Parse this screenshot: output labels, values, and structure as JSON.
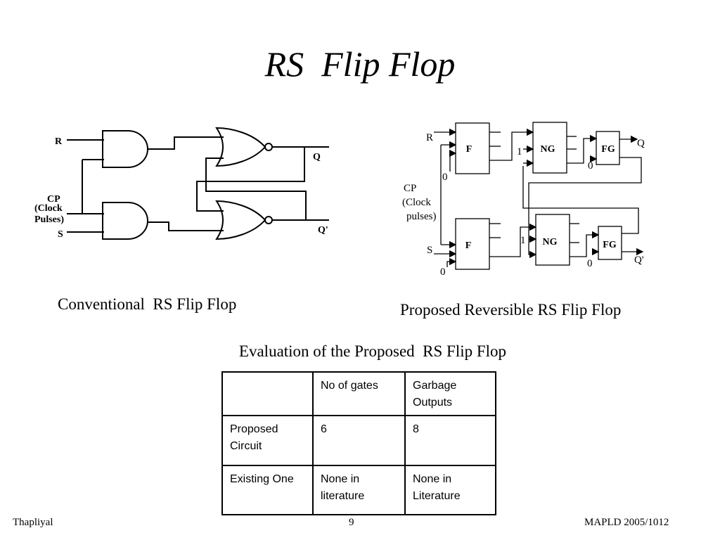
{
  "slide": {
    "title": "RS  Flip Flop",
    "footer_left": "Thapliyal",
    "footer_center": "9",
    "footer_right": "MAPLD 2005/1012"
  },
  "conventional": {
    "caption": "Conventional  RS Flip Flop",
    "label_r": "R",
    "label_cp": "CP",
    "label_clock": "(Clock",
    "label_pulses": "Pulses)",
    "label_s": "S",
    "label_q": "Q",
    "label_qbar": "Q'"
  },
  "reversible": {
    "caption": "Proposed Reversible RS Flip Flop",
    "label_r": "R",
    "label_cp": "CP",
    "label_clock": "(Clock",
    "label_pulses": "pulses)",
    "label_s": "S",
    "label_q": "Q",
    "label_qbar": "Q'",
    "gate_f": "F",
    "gate_ng": "NG",
    "gate_fg": "FG",
    "const_zero": "0",
    "const_one": "1"
  },
  "evaluation": {
    "title": "Evaluation of the Proposed  RS Flip Flop",
    "header": [
      "",
      "No of gates",
      "Garbage Outputs"
    ],
    "rows": [
      [
        "Proposed Circuit",
        "6",
        "8"
      ],
      [
        "Existing One",
        "None in literature",
        "None in Literature"
      ]
    ]
  }
}
